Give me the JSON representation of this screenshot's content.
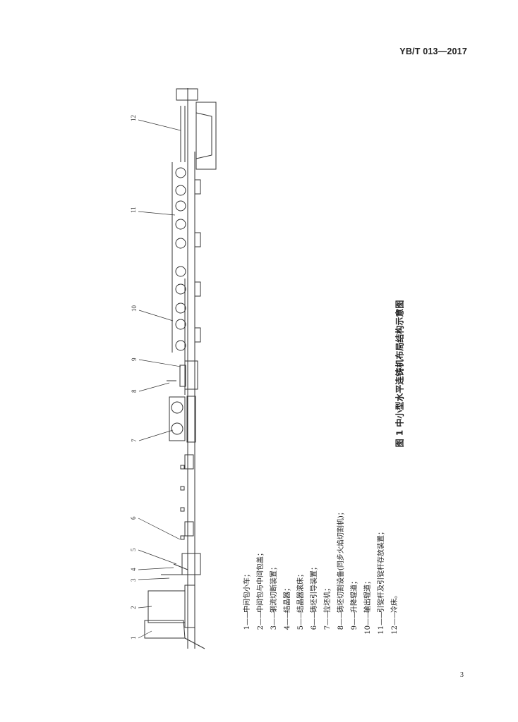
{
  "header": {
    "standard_code": "YB/T 013—2017"
  },
  "figure": {
    "caption": "图 1   中小型水平连铸机布局结构示意图",
    "callout_numbers": [
      "1",
      "2",
      "3",
      "4",
      "5",
      "6",
      "7",
      "8",
      "9",
      "10",
      "11",
      "12"
    ]
  },
  "legend": [
    {
      "num": "1",
      "dash": "——",
      "text": "中间包小车；"
    },
    {
      "num": "2",
      "dash": "——",
      "text": "中间包与中间包盖；"
    },
    {
      "num": "3",
      "dash": "——",
      "text": "钢流切断装置；"
    },
    {
      "num": "4",
      "dash": "——",
      "text": "结晶器；"
    },
    {
      "num": "5",
      "dash": "——",
      "text": "结晶器滚床；"
    },
    {
      "num": "6",
      "dash": "——",
      "text": "铸坯引导装置；"
    },
    {
      "num": "7",
      "dash": "——",
      "text": "拉坯机；"
    },
    {
      "num": "8",
      "dash": "——",
      "text": "铸坯切割设备(同步火焰切割机)；"
    },
    {
      "num": "9",
      "dash": "——",
      "text": "升降辊道；"
    },
    {
      "num": "10",
      "dash": "——",
      "text": "输出辊道；"
    },
    {
      "num": "11",
      "dash": "——",
      "text": "引锭杆及引锭杆存放装置；"
    },
    {
      "num": "12",
      "dash": "——",
      "text": "冷床。"
    }
  ],
  "footer": {
    "page_number": "3"
  }
}
